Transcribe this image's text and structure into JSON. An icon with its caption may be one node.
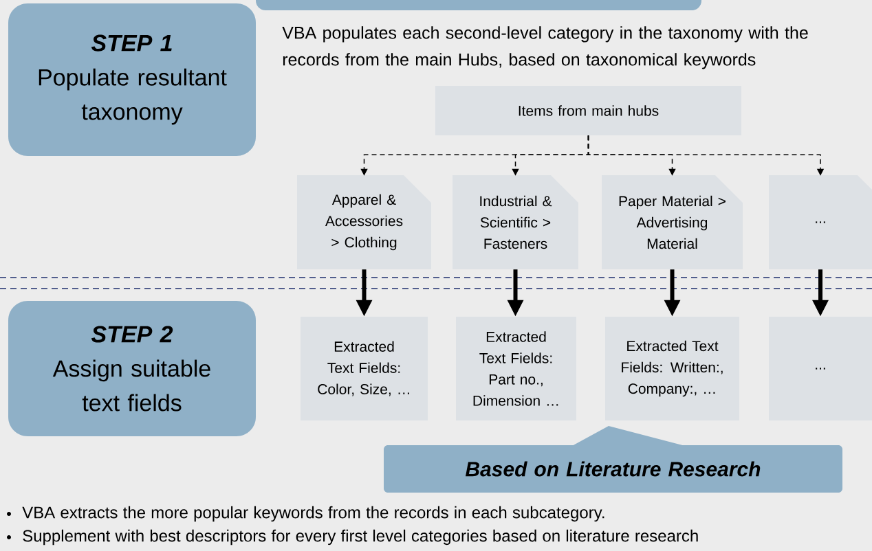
{
  "diagram": {
    "nodes": [
      {
        "text": [
          "STEP 1",
          "Populate resultant taxonomy"
        ]
      },
      {
        "text": [
          "STEP 2",
          "Assign suitable text fields"
        ]
      },
      {
        "text": [
          "Items from main hubs"
        ]
      },
      {
        "text": [
          "Apparel & Accessories > Clothing"
        ]
      },
      {
        "text": [
          "Industrial & Scientific > Fasteners"
        ]
      },
      {
        "text": [
          "Paper Material > Advertising Material"
        ]
      },
      {
        "text": [
          "..."
        ]
      },
      {
        "text": [
          "Extracted Text Fields: Color, Size, …"
        ]
      },
      {
        "text": [
          "Extracted Text Fields: Part no., Dimension …"
        ]
      },
      {
        "text": [
          "Extracted Text Fields: Written:, Company:, …"
        ]
      },
      {
        "text": [
          "..."
        ]
      },
      {
        "text": [
          "Based on Literature Research"
        ]
      },
      {
        "text": [],
        "shape": "box"
      }
    ],
    "edges": [
      {
        "from": 2,
        "to": 3,
        "arrow": "to",
        "style": "dashed"
      },
      {
        "from": 2,
        "to": 4,
        "arrow": "to",
        "style": "dashed"
      },
      {
        "from": 2,
        "to": 5,
        "arrow": "to",
        "style": "dashed"
      },
      {
        "from": 2,
        "to": 6,
        "arrow": "to",
        "style": "dashed"
      },
      {
        "from": 3,
        "to": 7,
        "arrow": "to",
        "style": "thick"
      },
      {
        "from": 4,
        "to": 8,
        "arrow": "to",
        "style": "thick"
      },
      {
        "from": 5,
        "to": 9,
        "arrow": "to",
        "style": "thick"
      },
      {
        "from": 6,
        "to": 10,
        "arrow": "to",
        "style": "thick"
      }
    ],
    "labels": [
      "VBA populates each second-level category in the taxonomy with the records from the main Hubs, based on taxonomical keywords",
      "VBA extracts the more popular keywords from the records in each subcategory.",
      "Supplement with best descriptors for every first level categories based on literature research"
    ]
  }
}
